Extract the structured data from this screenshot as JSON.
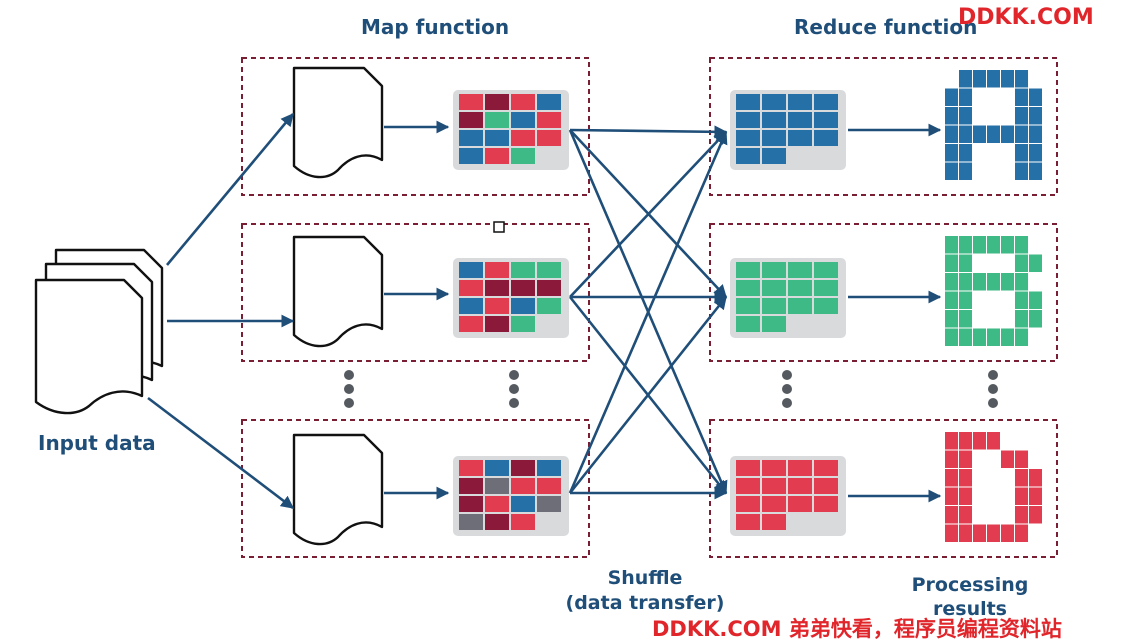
{
  "labels": {
    "map_function": "Map function",
    "reduce_function": "Reduce function",
    "input_data": "Input data",
    "shuffle_line1": "Shuffle",
    "shuffle_line2": "(data transfer)",
    "processing_line1": "Processing",
    "processing_line2": "results"
  },
  "watermarks": {
    "top": "DDKK.COM",
    "bottom": "DDKK.COM 弟弟快看，程序员编程资料站"
  },
  "colors": {
    "dark_red": "#8b1a3a",
    "red": "#e13c50",
    "green": "#3dba86",
    "blue": "#2670a8",
    "gray": "#6e6e78",
    "arrow": "#1f4e79",
    "frame": "#7a1f33",
    "grid_bg": "#d8dadc",
    "label_text": "#1f4e79",
    "watermark_text": "#e0252b"
  },
  "map_grids": [
    [
      "red",
      "dark_red",
      "red",
      "blue",
      "dark_red",
      "green",
      "blue",
      "red",
      "blue",
      "blue",
      "red",
      "red",
      "blue",
      "red",
      "green",
      ""
    ],
    [
      "blue",
      "red",
      "green",
      "green",
      "red",
      "dark_red",
      "dark_red",
      "dark_red",
      "blue",
      "red",
      "blue",
      "green",
      "red",
      "dark_red",
      "green",
      ""
    ],
    [
      "red",
      "blue",
      "dark_red",
      "blue",
      "dark_red",
      "gray",
      "red",
      "red",
      "dark_red",
      "red",
      "blue",
      "gray",
      "gray",
      "dark_red",
      "red",
      ""
    ]
  ],
  "reduce_colors": [
    "blue",
    "green",
    "red"
  ],
  "result_letters": [
    "A",
    "B",
    "D"
  ]
}
